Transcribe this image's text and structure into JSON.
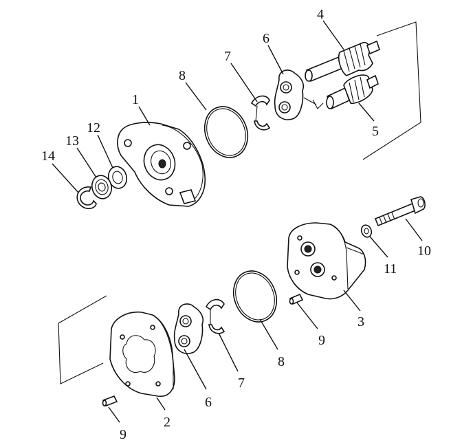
{
  "callouts": [
    {
      "id": "c4",
      "text": "4"
    },
    {
      "id": "c6a",
      "text": "6"
    },
    {
      "id": "c7a",
      "text": "7"
    },
    {
      "id": "c8a",
      "text": "8"
    },
    {
      "id": "c1",
      "text": "1"
    },
    {
      "id": "c12",
      "text": "12"
    },
    {
      "id": "c13",
      "text": "13"
    },
    {
      "id": "c14",
      "text": "14"
    },
    {
      "id": "c5",
      "text": "5"
    },
    {
      "id": "c10",
      "text": "10"
    },
    {
      "id": "c11",
      "text": "11"
    },
    {
      "id": "c3",
      "text": "3"
    },
    {
      "id": "c9a",
      "text": "9"
    },
    {
      "id": "c8b",
      "text": "8"
    },
    {
      "id": "c7b",
      "text": "7"
    },
    {
      "id": "c6b",
      "text": "6"
    },
    {
      "id": "c2",
      "text": "2"
    },
    {
      "id": "c9b",
      "text": "9"
    }
  ]
}
